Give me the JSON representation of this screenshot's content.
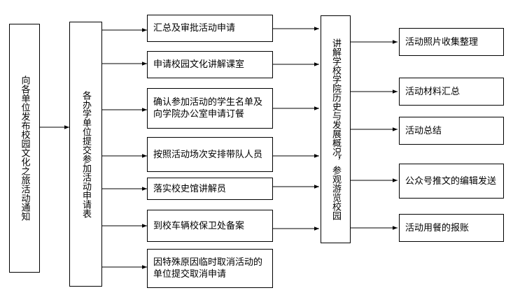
{
  "left": {
    "notify": "向各单位发布校园文化之旅活动通知",
    "apply": "各办学单位提交参加活动申请表"
  },
  "steps": [
    "汇总及审批活动申请",
    "申请校园文化讲解课室",
    "确认参加活动的学生名单及向学院办公室申请订餐",
    "按照活动场次安排带队人员",
    "落实校史馆讲解员",
    "到校车辆校保卫处备案",
    "因特殊原因临时取消活动的单位提交取消申请"
  ],
  "center": "讲解学校学院历史与发展概况，参观游览校园",
  "outcomes": [
    "活动照片收集整理",
    "活动材料汇总",
    "活动总结",
    "公众号推文的编辑发送",
    "活动用餐的报账"
  ]
}
